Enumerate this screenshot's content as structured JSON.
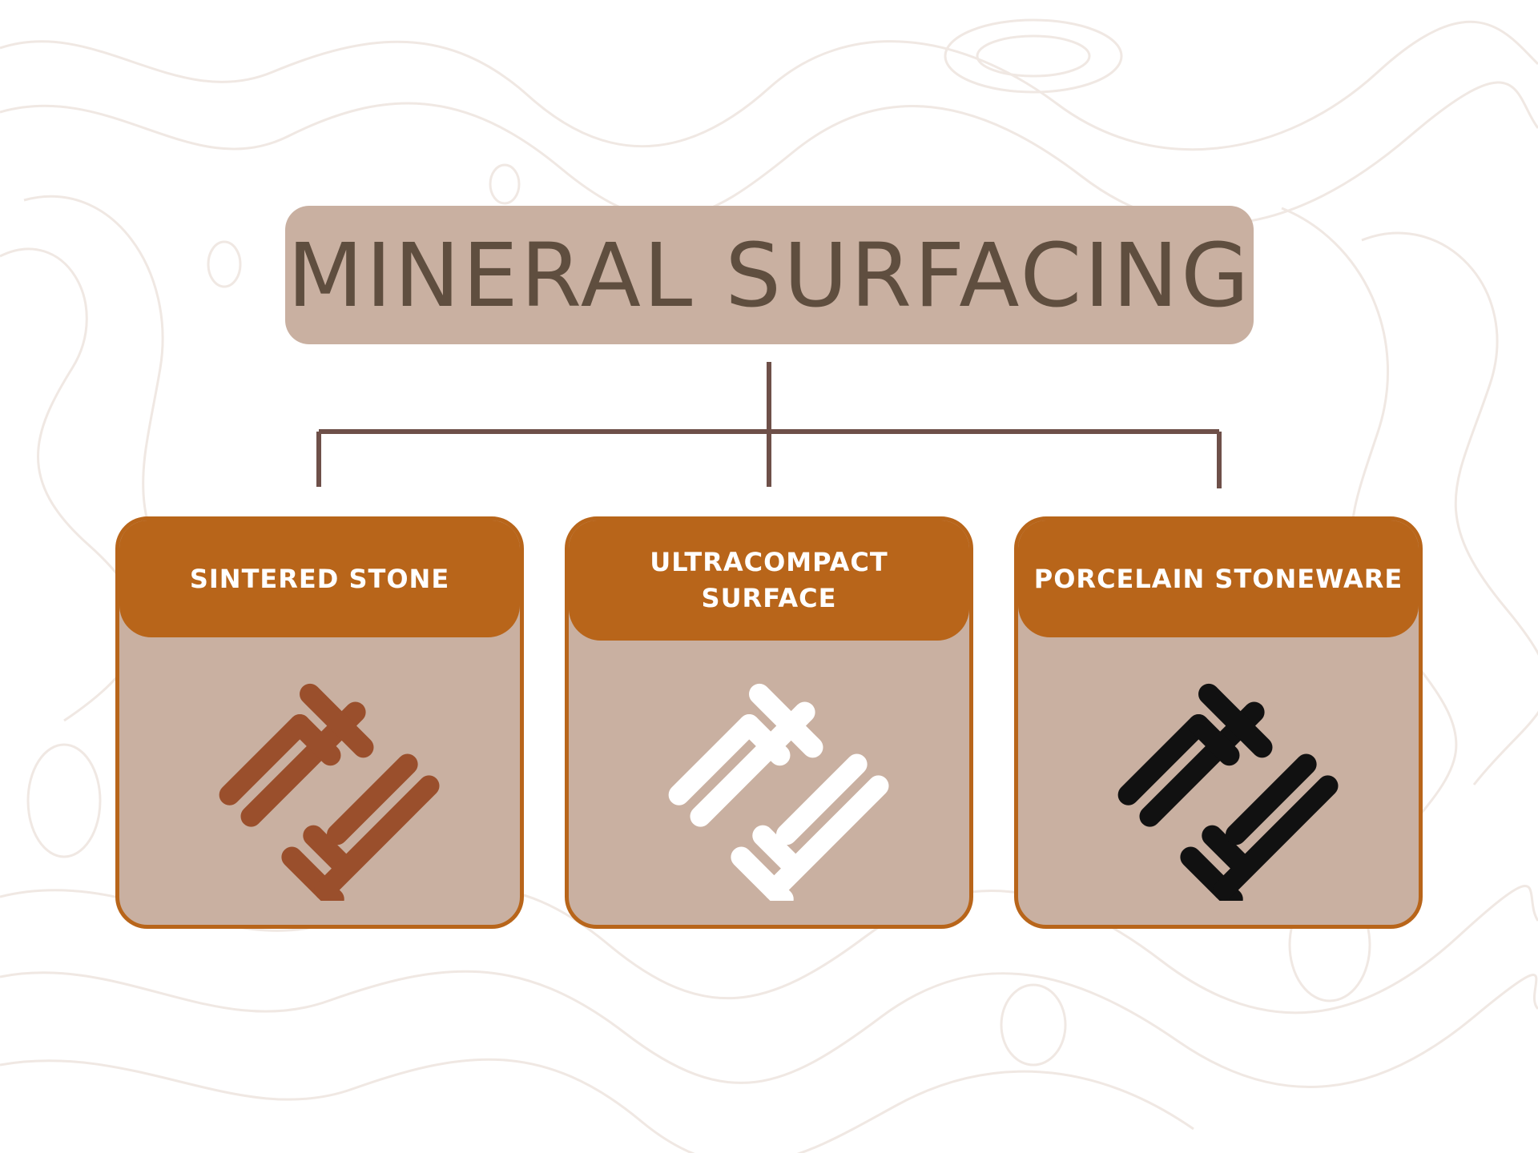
{
  "colors": {
    "background": "#ffffff",
    "topo_lines": "#f0e8e3",
    "title_box": "#c9b0a1",
    "title_text": "#5f4e3f",
    "connector": "#6e5049",
    "card_fill": "#c9b0a1",
    "card_border": "#b8651a",
    "card_header": "#b8651a",
    "card_label": "#ffffff"
  },
  "title": "MINERAL SURFACING",
  "cards": [
    {
      "label": "SINTERED STONE",
      "icon": "tile-pattern-icon",
      "icon_color": "#9a4f2c"
    },
    {
      "label": "ULTRACOMPACT\nSURFACE",
      "icon": "tile-pattern-icon",
      "icon_color": "#ffffff"
    },
    {
      "label": "PORCELAIN STONEWARE",
      "icon": "tile-pattern-icon",
      "icon_color": "#111111"
    }
  ]
}
